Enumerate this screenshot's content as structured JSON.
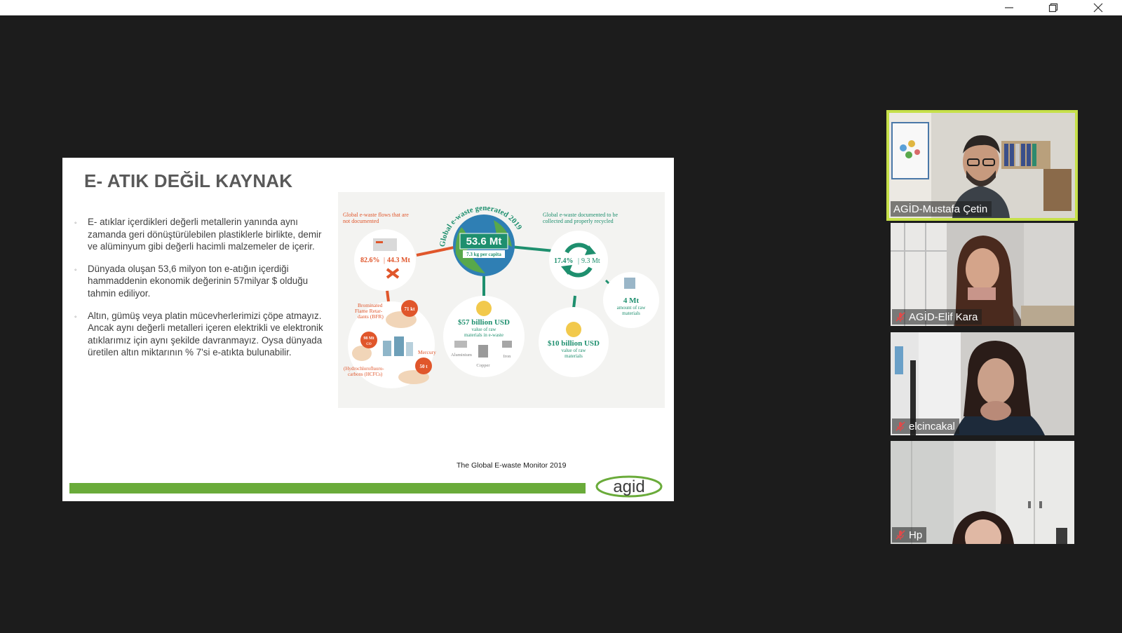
{
  "window": {
    "controls": [
      "minimize-icon",
      "restore-icon",
      "close-icon"
    ]
  },
  "slide": {
    "title": "E- ATIK DEĞİL KAYNAK",
    "bullets": [
      "E- atıklar içerdikleri değerli metallerin yanında aynı zamanda geri dönüştürülebilen plastiklerle birlikte, demir ve alüminyum gibi değerli hacimli malzemeler de içerir.",
      " Dünyada oluşan 53,6 milyon ton e-atığın içerdiği hammaddenin ekonomik değerinin 57milyar $ olduğu tahmin ediliyor.",
      "Altın, gümüş veya platin mücevherlerimizi çöpe atmayız. Ancak aynı değerli metalleri içeren elektrikli ve elektronik atıklarımız için aynı şekilde davranmayız. Oysa dünyada üretilen altın miktarının % 7'si e-atıkta bulunabilir."
    ],
    "bullet_mark": "◦",
    "source": "The Global E-waste Monitor 2019",
    "logo_text": "agid",
    "infographic": {
      "arc_title": "Global e-waste generated 2019",
      "left_caption_1": "Global e-waste flows that are",
      "left_caption_2": "not documented",
      "right_caption_1": "Global e-waste documented to be",
      "right_caption_2": "collected and properly recycled",
      "center_value": "53.6 Mt",
      "center_sub": "7.3 kg per capita",
      "left_pct": "82.6%",
      "left_mt": "44.3 Mt",
      "right_pct": "17.4%",
      "right_mt": "9.3 Mt",
      "bfr_1": "Brominated",
      "bfr_2": "Flame Retar-",
      "bfr_3": "dants (BFR)",
      "bfr_amount": "71 kt",
      "co2_1": "98 Mt",
      "co2_2": "CO",
      "hcfc_1": "(Hydrochlorofluoro-",
      "hcfc_2": "carbons (HCFCs)",
      "mercury": "Mercury",
      "mercury_amount": "50 t",
      "value_57": "$57 billion USD",
      "value_57_sub1": "value of raw",
      "value_57_sub2": "materials in e-waste",
      "aluminium": "Aluminium",
      "copper": "Copper",
      "iron": "Iron",
      "value_10": "$10 billion USD",
      "value_10_sub1": "value of raw",
      "value_10_sub2": "materials",
      "raw_4mt": "4 Mt",
      "raw_4mt_sub1": "amount of raw",
      "raw_4mt_sub2": "materials"
    }
  },
  "participants": [
    {
      "name": "AGİD-Mustafa Çetin",
      "active": true,
      "muted": false
    },
    {
      "name": "AGİD-Elif Kara",
      "active": false,
      "muted": true
    },
    {
      "name": "elcincakal",
      "active": false,
      "muted": true
    },
    {
      "name": "Hp",
      "active": false,
      "muted": true
    }
  ],
  "colors": {
    "background": "#1c1c1c",
    "active_speaker_border": "#c6e04a",
    "slide_bar": "#6aab3a",
    "infographic_teal": "#1e8f6e",
    "infographic_orange": "#e0562b",
    "muted_mic": "#e04a4a"
  }
}
